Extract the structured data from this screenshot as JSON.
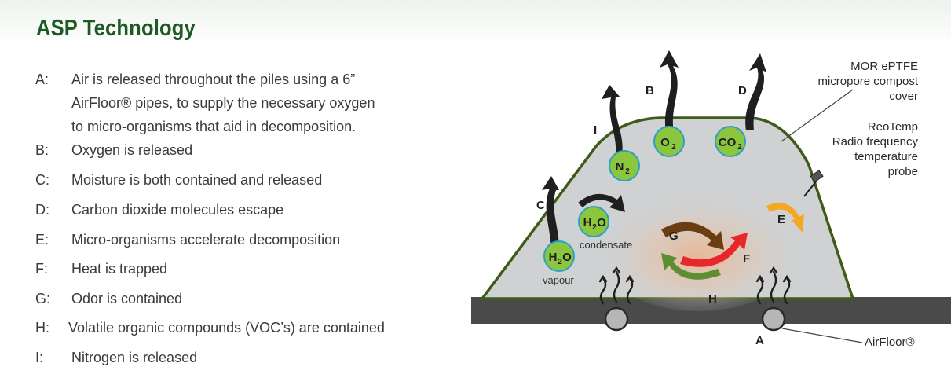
{
  "title": "ASP Technology",
  "legend": [
    {
      "letter": "A:",
      "lines": [
        "Air is released throughout the piles using a 6”",
        "AirFloor® pipes, to supply the necessary oxygen",
        "to micro-organisms that aid in decomposition."
      ]
    },
    {
      "letter": "B:",
      "lines": [
        "Oxygen is released"
      ]
    },
    {
      "letter": "C:",
      "lines": [
        "Moisture is both contained and released"
      ]
    },
    {
      "letter": "D:",
      "lines": [
        "Carbon dioxide molecules escape"
      ]
    },
    {
      "letter": "E:",
      "lines": [
        "Micro-organisms accelerate decomposition"
      ]
    },
    {
      "letter": "F:",
      "lines": [
        "Heat is trapped"
      ]
    },
    {
      "letter": "G:",
      "lines": [
        "Odor is contained"
      ]
    },
    {
      "letter": "H:",
      "lines": [
        "Volatile organic compounds (VOC’s) are contained"
      ]
    },
    {
      "letter": "I:",
      "lines": [
        "Nitrogen is released"
      ]
    }
  ],
  "diagram": {
    "labels": {
      "A": "A",
      "B": "B",
      "C": "C",
      "D": "D",
      "E": "E",
      "F": "F",
      "G": "G",
      "H": "H",
      "I": "I"
    },
    "molecules": {
      "n2": {
        "base": "N",
        "sub": "2"
      },
      "o2": {
        "base": "O",
        "sub": "2"
      },
      "co2": {
        "base": "CO",
        "sub": "2"
      },
      "h2o_condensate": {
        "base": "H",
        "sub": "2",
        "tail": "O"
      },
      "h2o_vapour": {
        "base": "H",
        "sub": "2",
        "tail": "O"
      }
    },
    "condensate_label": "condensate",
    "vapour_label": "vapour",
    "cover_callout": [
      "MOR ePTFE",
      "micropore compost",
      "cover"
    ],
    "probe_callout": [
      "ReoTemp",
      "Radio frequency",
      "temperature",
      "probe"
    ],
    "airfloor_callout": "AirFloor®",
    "colors": {
      "title": "#1e5a23",
      "pile_fill": "#cfd1d2",
      "pile_edge": "#3e5b1a",
      "molecule": "#8cc63f",
      "molecule_ring": "#2aa0c8",
      "arrow_dark": "#1f1f1f",
      "heat_red": "#e8262b",
      "odor_brown": "#6a3d12",
      "voc_green": "#5e8e32",
      "micro_orange": "#f5a623",
      "ground": "#4a4a4a"
    }
  }
}
